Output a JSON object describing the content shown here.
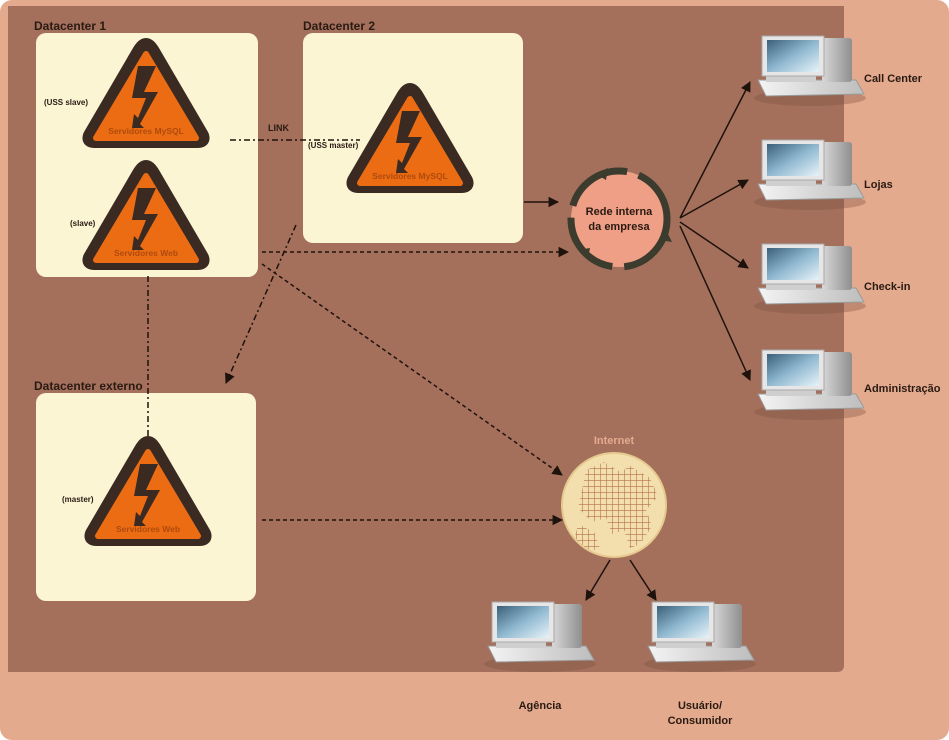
{
  "colors": {
    "outer_bg": "#e3aa8e",
    "inner_bg": "#a4705c",
    "dc_box": "#fbf5d4",
    "warn_fill": "#ec6c14",
    "warn_border": "#3a2a22",
    "circle_fill": "#ee9f86",
    "globe": "#f3dfae",
    "arrow": "#1e120c"
  },
  "datacenters": {
    "dc1": {
      "title": "Datacenter 1",
      "mysql_role": "(USS slave)",
      "mysql_label": "Servidores MySQL",
      "web_role": "(slave)",
      "web_label": "Servidores Web"
    },
    "dc2": {
      "title": "Datacenter 2",
      "mysql_role": "(USS master)",
      "mysql_label": "Servidores MySQL"
    },
    "ext": {
      "title": "Datacenter externo",
      "web_role": "(master)",
      "web_label": "Servidores Web"
    }
  },
  "link_label": "LINK",
  "network": {
    "line1": "Rede interna",
    "line2": "da empresa"
  },
  "internet_label": "Internet",
  "internal_clients": [
    "Call Center",
    "Lojas",
    "Check-in",
    "Administração"
  ],
  "external_clients": {
    "agency": "Agência",
    "user_line1": "Usuário/",
    "user_line2": "Consumidor"
  }
}
